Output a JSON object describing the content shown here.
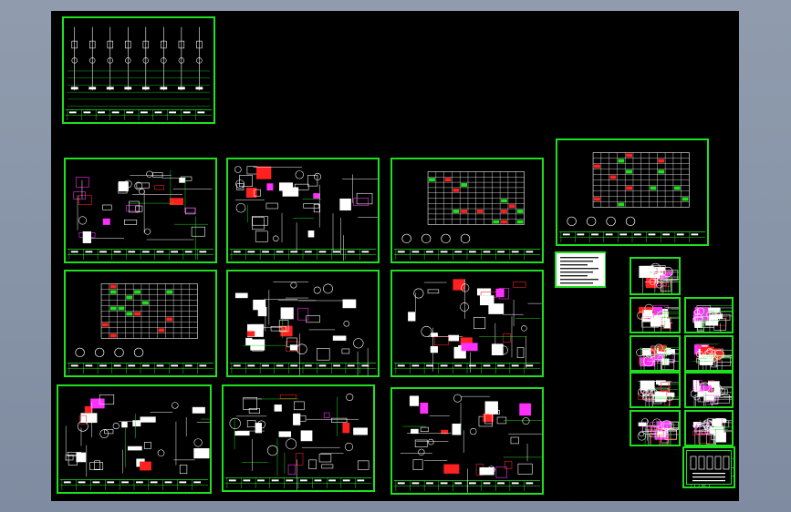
{
  "app": {
    "view": "cad-model-space",
    "background": "#000000",
    "frame_color": "#1ee01e"
  },
  "colors": {
    "green": "#1ee01e",
    "white": "#ffffff",
    "red": "#ff2020",
    "magenta": "#ff30ff",
    "cyan": "#00e0ff",
    "yellow": "#f0f000"
  },
  "sheets": [
    {
      "id": "s1",
      "kind": "single-line-diagram"
    },
    {
      "id": "s2",
      "kind": "control-schematic"
    },
    {
      "id": "s3",
      "kind": "wiring-detail"
    },
    {
      "id": "s4",
      "kind": "terminal-table"
    },
    {
      "id": "s5",
      "kind": "panel-layout"
    },
    {
      "id": "s6",
      "kind": "control-schematic"
    },
    {
      "id": "s7",
      "kind": "wiring-detail"
    },
    {
      "id": "s8",
      "kind": "terminal-wiring"
    },
    {
      "id": "s9",
      "kind": "schematic"
    },
    {
      "id": "s10",
      "kind": "schematic"
    },
    {
      "id": "s11",
      "kind": "terminal-table"
    },
    {
      "id": "s12",
      "kind": "notes"
    },
    {
      "id": "s13",
      "kind": "small-detail"
    }
  ]
}
